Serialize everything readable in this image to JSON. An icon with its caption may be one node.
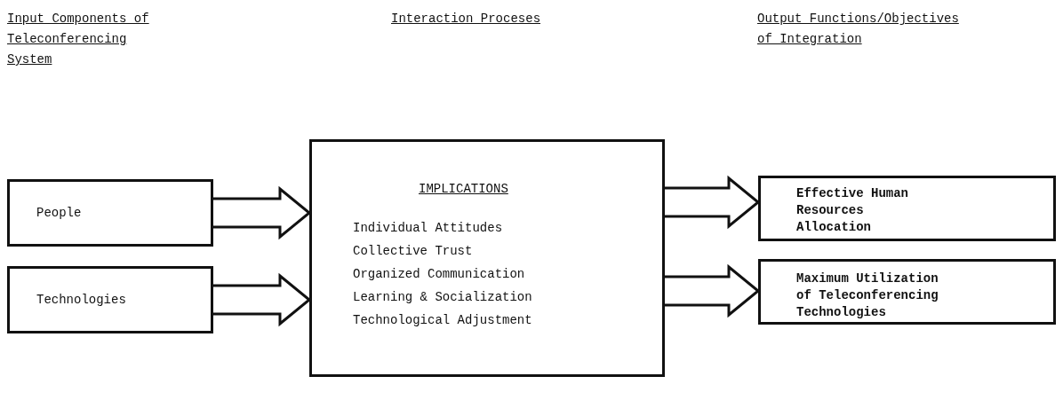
{
  "diagram": {
    "nodes": [
      {
        "text": [
          "People"
        ]
      },
      {
        "text": [
          "Technologies"
        ]
      },
      {
        "text": [
          "IMPLICATIONS",
          "Individual Attitudes",
          "Collective Trust",
          "Organized Communication",
          "Learning & Socialization",
          "Technological Adjustment"
        ]
      },
      {
        "text": [
          "Effective Human Resources Allocation"
        ]
      },
      {
        "text": [
          "Maximum Utilization of Teleconferencing Technologies"
        ]
      }
    ],
    "edges": [
      {
        "from": 0,
        "to": 2,
        "arrow": "to"
      },
      {
        "from": 1,
        "to": 2,
        "arrow": "to"
      },
      {
        "from": 2,
        "to": 3,
        "arrow": "to"
      },
      {
        "from": 2,
        "to": 4,
        "arrow": "to"
      }
    ],
    "labels": [
      "Input Components of Teleconferencing System",
      "Interaction Proceses",
      "Output Functions/Objectives of Integration"
    ]
  }
}
